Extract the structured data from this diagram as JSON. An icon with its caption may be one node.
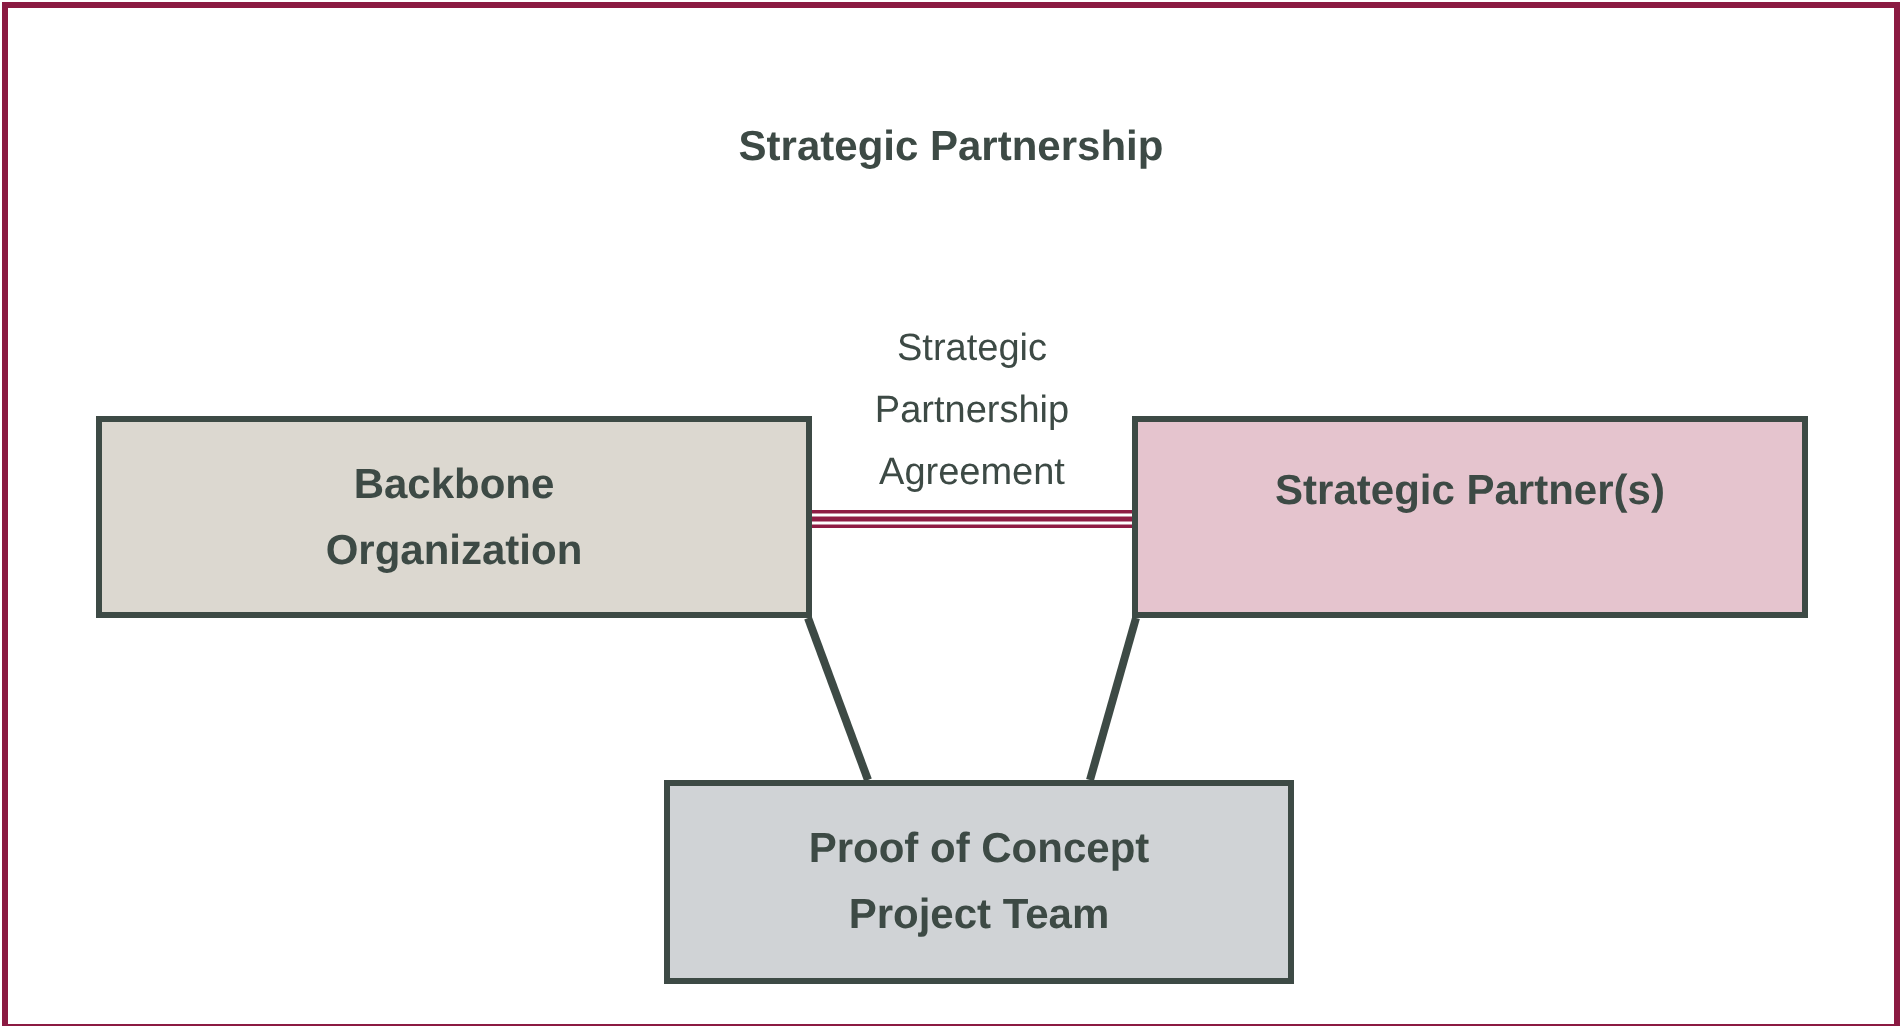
{
  "diagram": {
    "title": "Strategic Partnership",
    "nodes": [
      {
        "text": [
          "Backbone Organization"
        ]
      },
      {
        "text": [
          "Strategic Partner(s)"
        ]
      },
      {
        "text": [
          "Proof of Concept Project Team"
        ]
      }
    ],
    "edges": [
      {
        "from": 0,
        "to": 1,
        "arrow": "none",
        "label": "Strategic Partnership Agreement",
        "style": "thick",
        "color": "#8f1c44"
      },
      {
        "from": 0,
        "to": 2,
        "arrow": "none"
      },
      {
        "from": 1,
        "to": 2,
        "arrow": "none"
      }
    ]
  }
}
